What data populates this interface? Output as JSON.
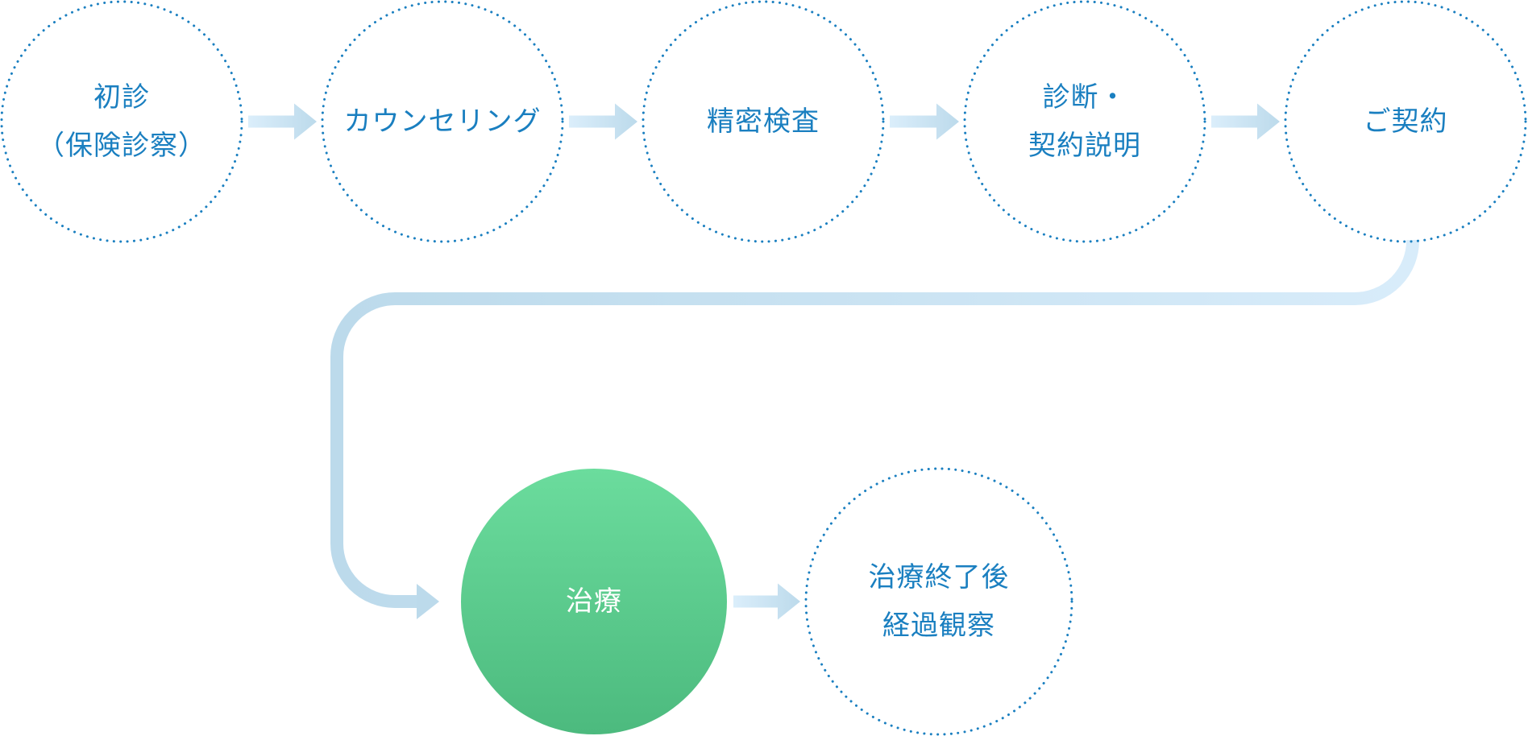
{
  "diagram": {
    "type": "process-flow",
    "colors": {
      "text": "#1a7fc0",
      "dotted_border": "#1a7fc0",
      "arrow_light": "#dbeefb",
      "arrow_dark": "#bcdaeb",
      "active_top": "#6bdc9d",
      "active_bottom": "#4cba7e",
      "active_text": "#ffffff"
    },
    "steps": [
      {
        "id": "initial-exam",
        "lines": [
          "初診",
          "（保険診察）"
        ],
        "active": false
      },
      {
        "id": "counseling",
        "lines": [
          "カウンセリング"
        ],
        "active": false
      },
      {
        "id": "detailed-exam",
        "lines": [
          "精密検査"
        ],
        "active": false
      },
      {
        "id": "diagnosis",
        "lines": [
          "診断・",
          "契約説明"
        ],
        "active": false
      },
      {
        "id": "contract",
        "lines": [
          "ご契約"
        ],
        "active": false
      },
      {
        "id": "treatment",
        "lines": [
          "治療"
        ],
        "active": true
      },
      {
        "id": "follow-up",
        "lines": [
          "治療終了後",
          "経過観察"
        ],
        "active": false
      }
    ],
    "connections": [
      {
        "from": 0,
        "to": 1
      },
      {
        "from": 1,
        "to": 2
      },
      {
        "from": 2,
        "to": 3
      },
      {
        "from": 3,
        "to": 4
      },
      {
        "from": 4,
        "to": 5
      },
      {
        "from": 5,
        "to": 6
      }
    ]
  }
}
